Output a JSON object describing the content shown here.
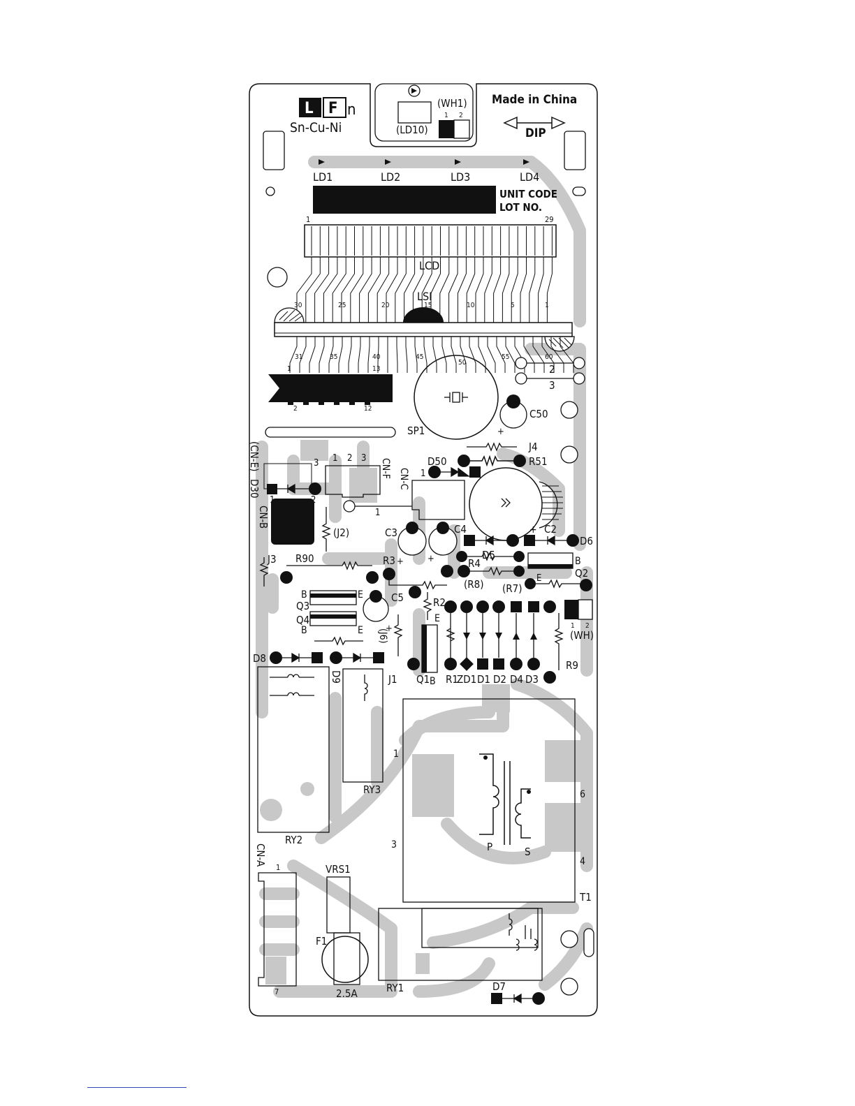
{
  "header": {
    "lf_letters": [
      "L",
      "F"
    ],
    "lf_suffix": "n",
    "alloy": "Sn-Cu-Ni",
    "made_in": "Made in China",
    "dip": "DIP",
    "ld10_label": "(LD10)",
    "wh1_label": "(WH1)",
    "wh1_pins": [
      "1",
      "2"
    ],
    "unit_code": "UNIT CODE",
    "lot_no": "LOT NO."
  },
  "leds": [
    "LD1",
    "LD2",
    "LD3",
    "LD4"
  ],
  "lcd": {
    "label": "LCD",
    "pin_first": "1",
    "pin_last": "29"
  },
  "lsi": {
    "label": "LSI",
    "top_pins": [
      "30",
      "25",
      "20",
      "15",
      "10",
      "5",
      "1"
    ],
    "bottom_pins": [
      "31",
      "35",
      "40",
      "45",
      "50",
      "55",
      "60"
    ]
  },
  "connector_small": {
    "pins_top": [
      "1",
      "13"
    ],
    "pins_bottom": [
      "2",
      "12"
    ]
  },
  "jumpers": [
    "2",
    "3"
  ],
  "labels": {
    "sp1": "SP1",
    "c50": "C50",
    "j4": "J4",
    "d50": "D50",
    "r51": "R51",
    "cn_e": "(CN-E)",
    "d30": "D30",
    "cn_f": "CN-F",
    "cn_f_pins": [
      "1",
      "2",
      "3"
    ],
    "cn_c": "CN-C",
    "cn_b": "CN-B",
    "j2": "(J2)",
    "j3": "J3",
    "r90": "R90",
    "c3": "C3",
    "c4": "C4",
    "c2": "C2",
    "d6": "D6",
    "r3": "R3",
    "r4": "R4",
    "d5": "D5",
    "b_q2": "B",
    "q2": "Q2",
    "e_q2": "E",
    "r8": "(R8)",
    "r7": "(R7)",
    "c5": "C5",
    "r2": "R2",
    "e_q1": "E",
    "q3": "Q3",
    "q4": "Q4",
    "b_q3": "B",
    "e_q3": "E",
    "b_q4": "B",
    "e_q4": "E",
    "wh": "(WH)",
    "wh_pins": [
      "1",
      "2"
    ],
    "j6": "(J6)",
    "d8": "D8",
    "d9": "D9",
    "j1": "J1",
    "q1": "Q1",
    "b_q1": "B",
    "r1": "R1",
    "zd1": "ZD1",
    "d1": "D1",
    "d2": "D2",
    "d4": "D4",
    "d3": "D3",
    "r9": "R9",
    "ry3": "RY3",
    "ry2": "RY2",
    "ry1": "RY1",
    "t1": "T1",
    "t1_pins": [
      "1",
      "3",
      "6",
      "4"
    ],
    "p": "P",
    "s": "S",
    "cn_a": "CN-A",
    "cn_a_pins": [
      "1",
      "7"
    ],
    "vrs1": "VRS1",
    "f1": "F1",
    "fuse": "2.5A",
    "d7": "D7",
    "pin1": "1",
    "pin2": "2",
    "pin3": "3",
    "plus": "+",
    "one": "1"
  },
  "colors": {
    "trace": "#c8c8c8",
    "ink": "#111111",
    "footer_rule": "#3344bb"
  }
}
